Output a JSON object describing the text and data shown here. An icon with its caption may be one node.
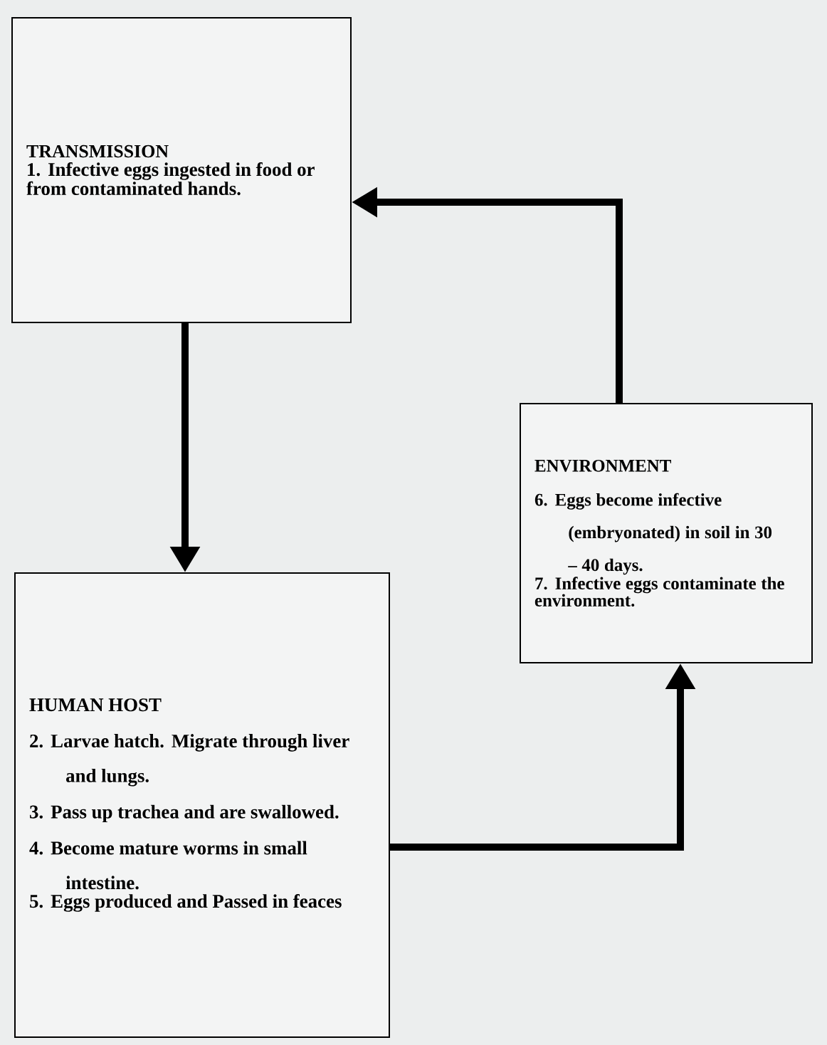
{
  "diagram": {
    "nodes": [
      {
        "text": [
          "TRANSMISSION",
          "1. Infective eggs ingested in food or from contaminated hands."
        ]
      },
      {
        "text": [
          "HUMAN HOST",
          "2. Larvae hatch. Migrate through liver and lungs.",
          "3. Pass up trachea and are swallowed.",
          "4. Become mature worms in small intestine.",
          "5. Eggs produced and Passed in feaces"
        ]
      },
      {
        "text": [
          "ENVIRONMENT",
          "6. Eggs become infective (embryonated) in soil in 30 – 40 days.",
          "7. Infective eggs contaminate the environment."
        ]
      }
    ],
    "edges": [
      {
        "from": 0,
        "to": 1,
        "arrow": "to"
      },
      {
        "from": 1,
        "to": 2,
        "arrow": "to"
      },
      {
        "from": 2,
        "to": 0,
        "arrow": "to"
      }
    ]
  }
}
